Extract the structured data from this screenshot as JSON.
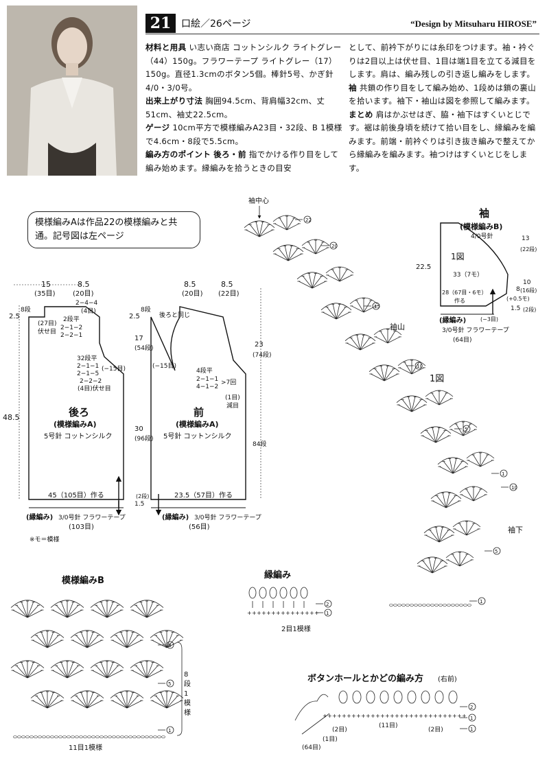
{
  "header": {
    "number": "21",
    "page_ref": "口絵／26ページ",
    "designer": "“Design by Mitsuharu HIROSE”"
  },
  "text": {
    "materials_head": "材料と用具",
    "materials_body": "い志い商店 コットンシルク ライトグレー（44）150g。フラワーテープ ライトグレー（17）150g。直径1.3cmのボタン5個。棒針5号、かぎ針4/0・3/0号。",
    "size_head": "出来上がり寸法",
    "size_body": "胸囲94.5cm、背肩幅32cm、丈51cm、袖丈22.5cm。",
    "gauge_head": "ゲージ",
    "gauge_body": "10cm平方で模様編みA23目・32段、B 1模様で4.6cm・8段で5.5cm。",
    "points_head": "編み方のポイント",
    "points_sub": "後ろ・前",
    "points_body": "指でかける作り目をして編み始めます。縁編みを拾うときの目安",
    "col2_a": "として、前衿下がりには糸印をつけます。袖・衿ぐりは2目以上は伏せ目、1目は端1目を立てる減目をします。肩は、編み残しの引き返し編みをします。",
    "sleeve_head": "袖",
    "col2_b": "共鎖の作り目をして編み始め、1段めは鎖の裏山を拾います。袖下・袖山は図を参照して編みます。",
    "finish_head": "まとめ",
    "col2_c": "肩はかぶせはぎ、脇・袖下はすくいとじです。裾は前後身頃を続けて拾い目をし、縁編みを編みます。前端・前衿ぐりは引き抜き編みで整えてから縁編みを編みます。袖つけはすくいとじをします。"
  },
  "note_bubble": "模様編みAは作品22の模様編みと共通。記号図は左ページ",
  "back": {
    "top_w1": "15",
    "top_w1s": "(35目)",
    "top_w2": "8.5",
    "top_w2s": "(20目)",
    "dec_a": "2−4−4",
    "dec_a2": "(4目)",
    "shoulder": "2.5",
    "shoulder_s": "8段",
    "bind": "(27目)",
    "bind2": "伏せ目",
    "st1": "2段平",
    "st2": "2−1−2",
    "st3": "2−2−1",
    "arm1": "32段平",
    "arm2": "2−1−1",
    "arm3": "2−1−5",
    "arm4": "2−2−2",
    "arm5": "(4目)伏せ目",
    "arm6": "(−15目)",
    "title": "後ろ",
    "pattern": "(模様編みA)",
    "needle": "5号針 コットンシルク",
    "height": "48.5",
    "cast": "45（105目）作る",
    "edge": "(縁編み)",
    "edge_n": "3/0号針 フラワーテープ",
    "edge_s": "(103目)"
  },
  "front": {
    "top_w1": "8.5",
    "top_w1s": "(20目)",
    "top_w2": "8.5",
    "top_w2s": "(22目)",
    "shoulder": "2.5",
    "shoulder_s": "8段",
    "same": "後ろと同じ",
    "h17": "17",
    "h17s": "(54段)",
    "h30": "30",
    "h30s": "(96段)",
    "minus": "(−15目)",
    "n1": "4段平",
    "n2": "2−1−1",
    "n3": "4−1−2",
    "n4": ">7回",
    "dec": "(1目)",
    "dec2": "減目",
    "title": "前",
    "pattern": "(模様編みA)",
    "needle": "5号針 コットンシルク",
    "h23": "23",
    "h23s": "(74段)",
    "h84": "84段",
    "cast": "23.5（57目）作る",
    "edge_h": "1.5",
    "edge_hs": "(2段)",
    "edge": "(縁編み)",
    "edge_n": "3/0号針 フラワーテープ",
    "edge_s": "(56目)"
  },
  "note_mo": "※モ＝模様",
  "sleeve": {
    "title": "袖",
    "pattern": "(模様編みB)",
    "hook": "4/0号針",
    "fig": "1図",
    "h": "22.5",
    "w33": "33（7モ）",
    "w28": "28（67目・6モ）",
    "make": "作る",
    "r13": "13",
    "r13s": "(22段)",
    "r10": "10",
    "r10s": "(16段)",
    "r8": "8",
    "plus": "(+0.5モ)",
    "r15": "1.5",
    "r15s": "(2段)",
    "minus3": "(−3目)",
    "edge": "(縁編み)",
    "edge_n": "3/0号針 フラワーテープ",
    "edge_s": "(64目)"
  },
  "chart1": {
    "center": "袖中心",
    "cap": "袖山",
    "fig": "1図",
    "under": "袖下",
    "rows": [
      "22",
      "20",
      "15",
      "10",
      "5",
      "1",
      "10",
      "5",
      "1"
    ]
  },
  "patternB": {
    "title": "模様編みB",
    "rows": [
      "8",
      "5",
      "1"
    ],
    "repeat": "8段1模様",
    "width": "11目1模様"
  },
  "edging": {
    "title": "縁編み",
    "rows": [
      "2",
      "1"
    ],
    "repeat": "2目1模様"
  },
  "button": {
    "title": "ボタンホールとかどの編み方",
    "sub": "(右前)",
    "rows": [
      "2",
      "1",
      "1"
    ],
    "c2": "(2目)",
    "c11": "(11目)",
    "c2b": "(2目)",
    "c1": "(1目)",
    "c64": "(64目)"
  }
}
